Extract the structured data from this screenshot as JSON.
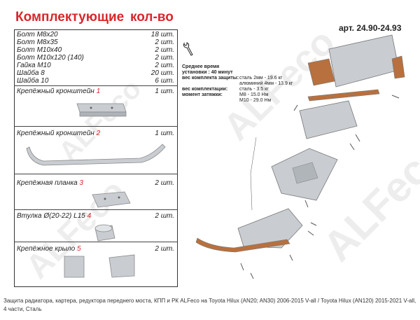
{
  "header": {
    "title": "Комплектующие",
    "qty_title": "кол-во",
    "article": "арт. 24.90-24.93"
  },
  "bolts": [
    {
      "name": "Болт M8x20",
      "qty": "18 шт."
    },
    {
      "name": "Болт M8x35",
      "qty": "2 шт."
    },
    {
      "name": "Болт M10x40",
      "qty": "2 шт."
    },
    {
      "name": "Болт M10x120 (140)",
      "qty": "2 шт."
    },
    {
      "name": "Гайка M10",
      "qty": "2 шт."
    },
    {
      "name": "Шайба 8",
      "qty": "20 шт."
    },
    {
      "name": "Шайба 10",
      "qty": "6 шт."
    }
  ],
  "items": [
    {
      "name": "Крепёжный кронштейн",
      "num": "1",
      "qty": "1 шт."
    },
    {
      "name": "Крепёжный кронштейн",
      "num": "2",
      "qty": "1 шт."
    },
    {
      "name": "Крепёжная планка",
      "num": "3",
      "qty": "2 шт."
    },
    {
      "name": "Втулка Ø(20-22) L15",
      "num": "4",
      "qty": "2 шт."
    },
    {
      "name": "Крепёжное крыло",
      "num": "5",
      "qty": "2 шт."
    }
  ],
  "specs": {
    "avg_time_label": "Среднее время",
    "install_label": "установки : 40 минут",
    "weight_label": "вес комплекта защиты:",
    "weight_steel": "сталь 2мм - 19.6 кг",
    "weight_alu": "алюминий 4мм - 13.9 кг",
    "fasteners_label": "вес комплектации:",
    "fasteners_value": "сталь - 3.5 кг",
    "torque_label": "момент затяжки:",
    "torque_m8": "M8 - 15.0 Нм",
    "torque_m10": "M10 - 29.0 Нм"
  },
  "watermark": "ALFeco",
  "caption": "Защита радиатора, картера, редуктора переднего моста, КПП и РК ALFeco на Toyota Hilux (AN20; AN30) 2006-2015 V-all / Toyota Hilux (AN120) 2015-2021 V-all, 4 части, Сталь",
  "icons": {
    "wrench": "wrench-icon"
  },
  "colors": {
    "accent": "#d8272b",
    "part_fill": "#c9cdd1",
    "bracket_fill": "#b8703e"
  }
}
